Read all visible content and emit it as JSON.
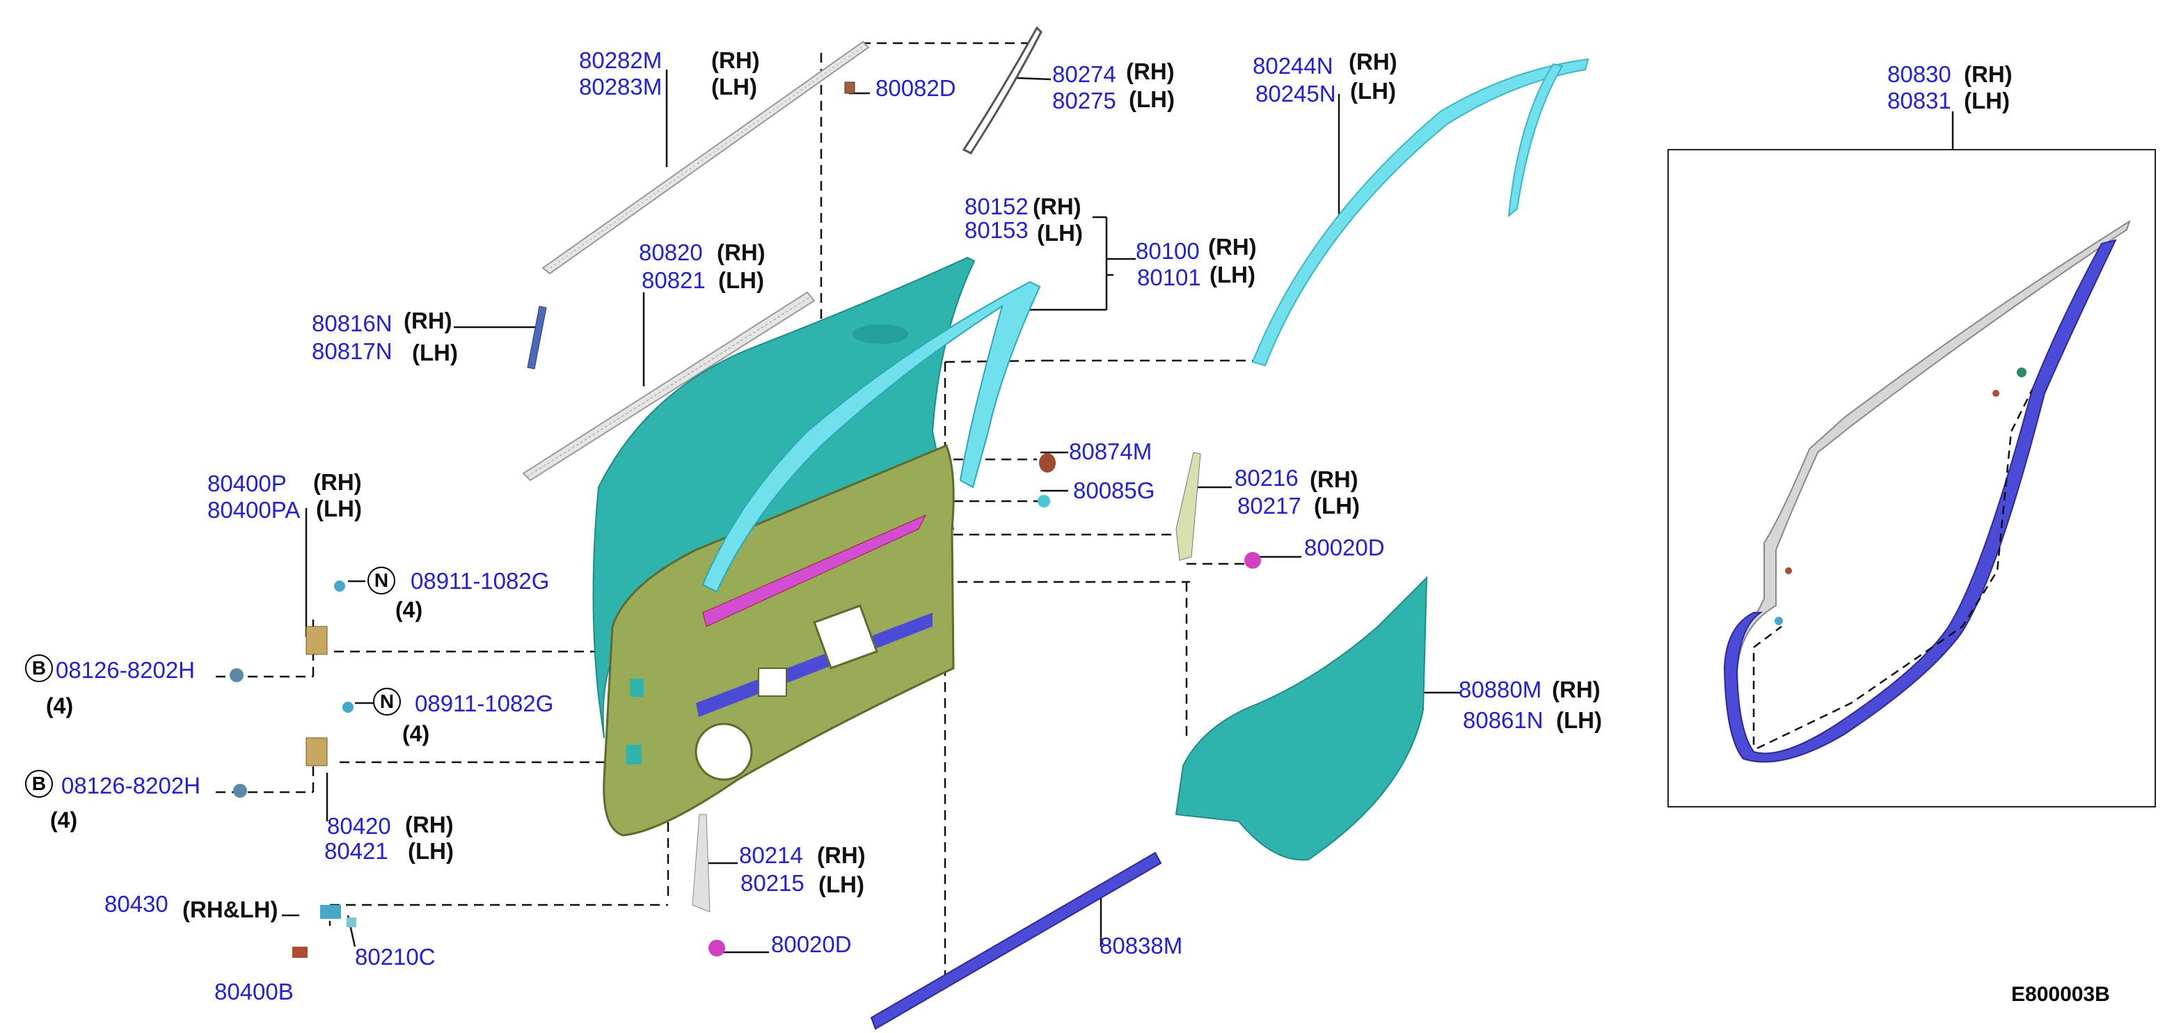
{
  "diagram_id": "E800003B",
  "colors": {
    "part_number": "#1e1ee6",
    "side_text": "#111111",
    "door_shell": "#9aab58",
    "outer_panel": "#2fb3ad",
    "sash": "#6fe0ec",
    "seal": "#4b4bd8",
    "accent_pink": "#d24dd2"
  },
  "callouts": [
    {
      "part": "80282M",
      "side": "(RH)"
    },
    {
      "part": "80283M",
      "side": "(LH)"
    },
    {
      "part": "80082D",
      "side": ""
    },
    {
      "part": "80274",
      "side": "(RH)"
    },
    {
      "part": "80275",
      "side": "(LH)"
    },
    {
      "part": "80244N",
      "side": "(RH)"
    },
    {
      "part": "80245N",
      "side": "(LH)"
    },
    {
      "part": "80152",
      "side": "(RH)"
    },
    {
      "part": "80153",
      "side": "(LH)"
    },
    {
      "part": "80100",
      "side": "(RH)"
    },
    {
      "part": "80101",
      "side": "(LH)"
    },
    {
      "part": "80820",
      "side": "(RH)"
    },
    {
      "part": "80821",
      "side": "(LH)"
    },
    {
      "part": "80816N",
      "side": "(RH)"
    },
    {
      "part": "80817N",
      "side": "(LH)"
    },
    {
      "part": "80400P",
      "side": "(RH)"
    },
    {
      "part": "80400PA",
      "side": "(LH)"
    },
    {
      "part": "80874M",
      "side": ""
    },
    {
      "part": "80085G",
      "side": ""
    },
    {
      "part": "80216",
      "side": "(RH)"
    },
    {
      "part": "80217",
      "side": "(LH)"
    },
    {
      "part": "80020D",
      "side": ""
    },
    {
      "part": "80880M",
      "side": "(RH)"
    },
    {
      "part": "80861N",
      "side": "(LH)"
    },
    {
      "part": "80420",
      "side": "(RH)"
    },
    {
      "part": "80421",
      "side": "(LH)"
    },
    {
      "part": "80214",
      "side": "(RH)"
    },
    {
      "part": "80215",
      "side": "(LH)"
    },
    {
      "part": "80430",
      "side": "(RH&LH)"
    },
    {
      "part": "80210C",
      "side": ""
    },
    {
      "part": "80400B",
      "side": ""
    },
    {
      "part": "80020D",
      "side": ""
    },
    {
      "part": "80838M",
      "side": ""
    },
    {
      "part": "80830",
      "side": "(RH)"
    },
    {
      "part": "80831",
      "side": "(LH)"
    }
  ],
  "fasteners": [
    {
      "symbol": "N",
      "part": "08911-1082G",
      "qty": "(4)"
    },
    {
      "symbol": "B",
      "part": "08126-8202H",
      "qty": "(4)"
    },
    {
      "symbol": "N",
      "part": "08911-1082G",
      "qty": "(4)"
    },
    {
      "symbol": "B",
      "part": "08126-8202H",
      "qty": "(4)"
    }
  ]
}
